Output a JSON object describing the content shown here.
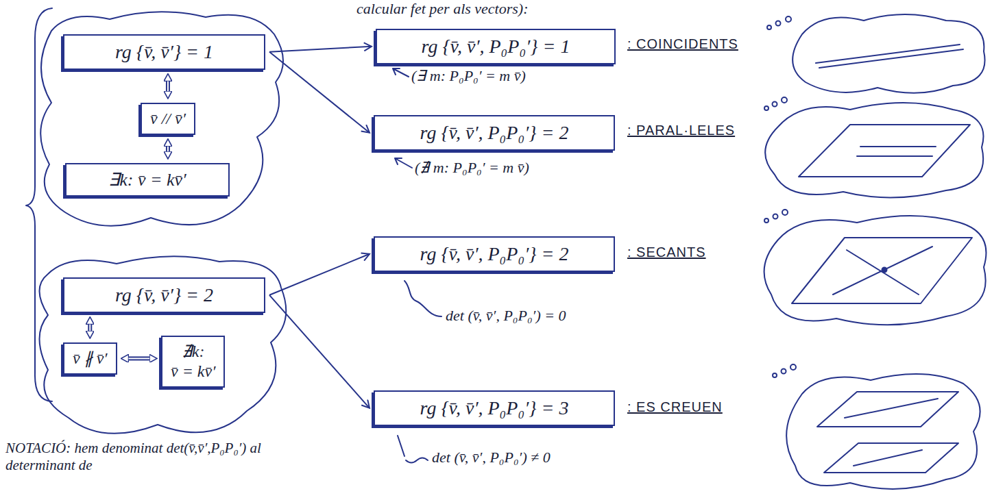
{
  "diagram": {
    "nodes": [
      {
        "text": [
          "rg {v̄, v̄′} = 1"
        ]
      },
      {
        "text": [
          "v̄ // v̄′"
        ]
      },
      {
        "text": [
          "∃k: v̄ = kv̄′"
        ]
      },
      {
        "text": [
          "rg {v̄, v̄′} = 2"
        ]
      },
      {
        "text": [
          "v̄ ∦ v̄′"
        ]
      },
      {
        "text": [
          "∄k: v̄ = kv̄′"
        ]
      },
      {
        "text": [
          "rg {v̄, v̄′, P₀P₀′} = 1"
        ]
      },
      {
        "text": [
          "rg {v̄, v̄′, P₀P₀′} = 2"
        ]
      },
      {
        "text": [
          "rg {v̄, v̄′, P₀P₀′} = 2"
        ]
      },
      {
        "text": [
          "rg {v̄, v̄′, P₀P₀′} = 3"
        ]
      }
    ],
    "edges": [
      {
        "from": 0,
        "to": 1,
        "arrow": "both"
      },
      {
        "from": 1,
        "to": 2,
        "arrow": "both"
      },
      {
        "from": 3,
        "to": 4,
        "arrow": "both"
      },
      {
        "from": 4,
        "to": 5,
        "arrow": "both"
      },
      {
        "from": 0,
        "to": 6,
        "arrow": "to"
      },
      {
        "from": 0,
        "to": 7,
        "arrow": "to"
      },
      {
        "from": 3,
        "to": 8,
        "arrow": "to"
      },
      {
        "from": 3,
        "to": 9,
        "arrow": "to"
      }
    ],
    "labels": [
      "calcular fet per als vectors):",
      ": COINCIDENTS",
      "(∃ m: P₀P₀′ = m v̄)",
      ": PARAL·LELES",
      "(∄ m: P₀P₀′ = m v̄)",
      ": SECANTS",
      "det (v̄, v̄′, P₀P₀′) = 0",
      ": ES CREUEN",
      "det (v̄, v̄′, P₀P₀′) ≠ 0",
      "NOTACIÓ: hem denominat det(v̄,v̄′,P₀P₀′) al determinant de"
    ]
  }
}
